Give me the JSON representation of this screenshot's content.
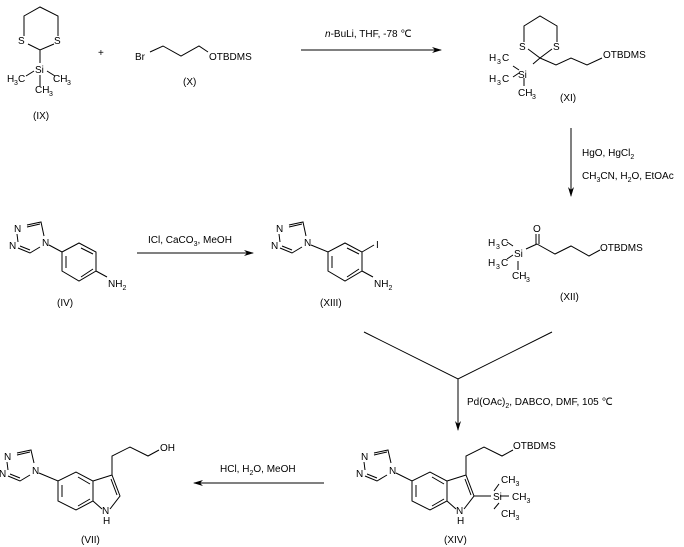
{
  "compounds": {
    "IX": {
      "label": "(IX)",
      "atoms": {
        "S1": "S",
        "S2": "S",
        "Si": "Si",
        "Me1": "H",
        "Me1c": "C",
        "Me2": "CH",
        "Me3": "CH",
        "sub3": "3"
      }
    },
    "X": {
      "label": "(X)",
      "left": "Br",
      "right": "OTBDMS"
    },
    "XI": {
      "label": "(XI)",
      "S": "S",
      "Si": "Si",
      "right": "OTBDMS",
      "H": "H",
      "C": "C",
      "CH": "CH",
      "sub3": "3"
    },
    "XII": {
      "label": "(XII)",
      "O": "O",
      "Si": "Si",
      "right": "OTBDMS",
      "H": "H",
      "C": "C",
      "CH": "CH",
      "sub3": "3"
    },
    "IV": {
      "label": "(IV)",
      "N": "N",
      "NH": "NH",
      "sub2": "2"
    },
    "XIII": {
      "label": "(XIII)",
      "N": "N",
      "I": "I",
      "NH": "NH",
      "sub2": "2"
    },
    "XIV": {
      "label": "(XIV)",
      "N": "N",
      "H": "H",
      "right": "OTBDMS",
      "Si": "Si",
      "CH": "CH",
      "sub3": "3"
    },
    "VII": {
      "label": "(VII)",
      "N": "N",
      "H": "H",
      "OH": "OH"
    }
  },
  "plus_sign": "+",
  "reactions": {
    "r1": {
      "italic": "n",
      "rest": "-BuLi, THF, -78 ℃"
    },
    "r2": {
      "line1": "HgO, HgCl",
      "line1_sub": "2",
      "line2_a": "CH",
      "line2_sub1": "3",
      "line2_b": "CN, H",
      "line2_sub2": "2",
      "line2_c": "O, EtOAc"
    },
    "r3": {
      "a": "ICl, CaCO",
      "sub": "3",
      "b": ", MeOH"
    },
    "r4": {
      "a": "Pd(OAc)",
      "sub": "2",
      "b": ", DABCO, DMF, 105 ℃"
    },
    "r5": {
      "a": "HCl, H",
      "sub": "2",
      "b": "O, MeOH"
    }
  }
}
